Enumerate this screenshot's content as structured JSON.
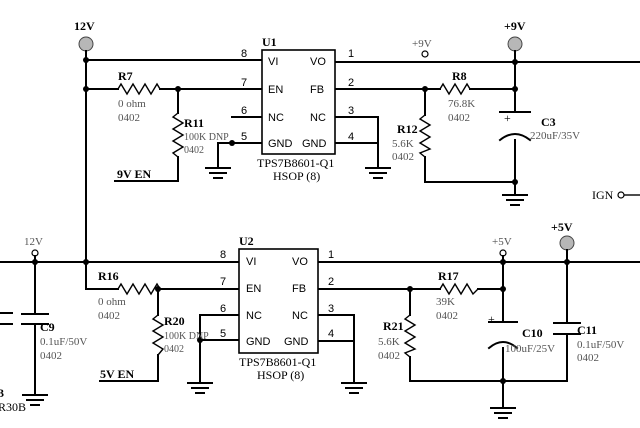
{
  "rails": {
    "v12": "12V",
    "v9": "+9V",
    "v9_small": "+9V",
    "v5": "+5V",
    "v5_small": "+5V",
    "v12_small": "12V",
    "ign": "IGN"
  },
  "u1": {
    "ref": "U1",
    "part": "TPS7B8601-Q1",
    "pkg": "HSOP (8)",
    "pins_left": [
      {
        "num": "8",
        "name": "VI"
      },
      {
        "num": "7",
        "name": "EN"
      },
      {
        "num": "6",
        "name": "NC"
      },
      {
        "num": "5",
        "name": "GND"
      }
    ],
    "pins_right": [
      {
        "num": "1",
        "name": "VO"
      },
      {
        "num": "2",
        "name": "FB"
      },
      {
        "num": "3",
        "name": "NC"
      },
      {
        "num": "4",
        "name": "GND"
      }
    ]
  },
  "u2": {
    "ref": "U2",
    "part": "TPS7B8601-Q1",
    "pkg": "HSOP (8)",
    "pins_left": [
      {
        "num": "8",
        "name": "VI"
      },
      {
        "num": "7",
        "name": "EN"
      },
      {
        "num": "6",
        "name": "NC"
      },
      {
        "num": "5",
        "name": "GND"
      }
    ],
    "pins_right": [
      {
        "num": "1",
        "name": "VO"
      },
      {
        "num": "2",
        "name": "FB"
      },
      {
        "num": "3",
        "name": "NC"
      },
      {
        "num": "4",
        "name": "GND"
      }
    ]
  },
  "parts": {
    "r7": {
      "ref": "R7",
      "value": "0 ohm",
      "pkg": "0402"
    },
    "r11": {
      "ref": "R11",
      "value": "100K DNP",
      "pkg": "0402"
    },
    "r8": {
      "ref": "R8",
      "value": "76.8K",
      "pkg": "0402"
    },
    "r12": {
      "ref": "R12",
      "value": "5.6K",
      "pkg": "0402"
    },
    "c3": {
      "ref": "C3",
      "value": "220uF/35V"
    },
    "r16": {
      "ref": "R16",
      "value": "0 ohm",
      "pkg": "0402"
    },
    "r20": {
      "ref": "R20",
      "value": "100K DNP",
      "pkg": "0402"
    },
    "r17": {
      "ref": "R17",
      "value": "39K",
      "pkg": "0402"
    },
    "r21": {
      "ref": "R21",
      "value": "5.6K",
      "pkg": "0402"
    },
    "c10": {
      "ref": "C10",
      "value": "100uF/25V"
    },
    "c11": {
      "ref": "C11",
      "value": "0.1uF/50V",
      "pkg": "0402"
    },
    "c9": {
      "ref": "C9",
      "value": "0.1uF/50V",
      "pkg": "0402"
    },
    "partial_ref": "3",
    "partial_val": "R30B"
  },
  "nets": {
    "en9": "9V EN",
    "en5": "5V EN"
  }
}
